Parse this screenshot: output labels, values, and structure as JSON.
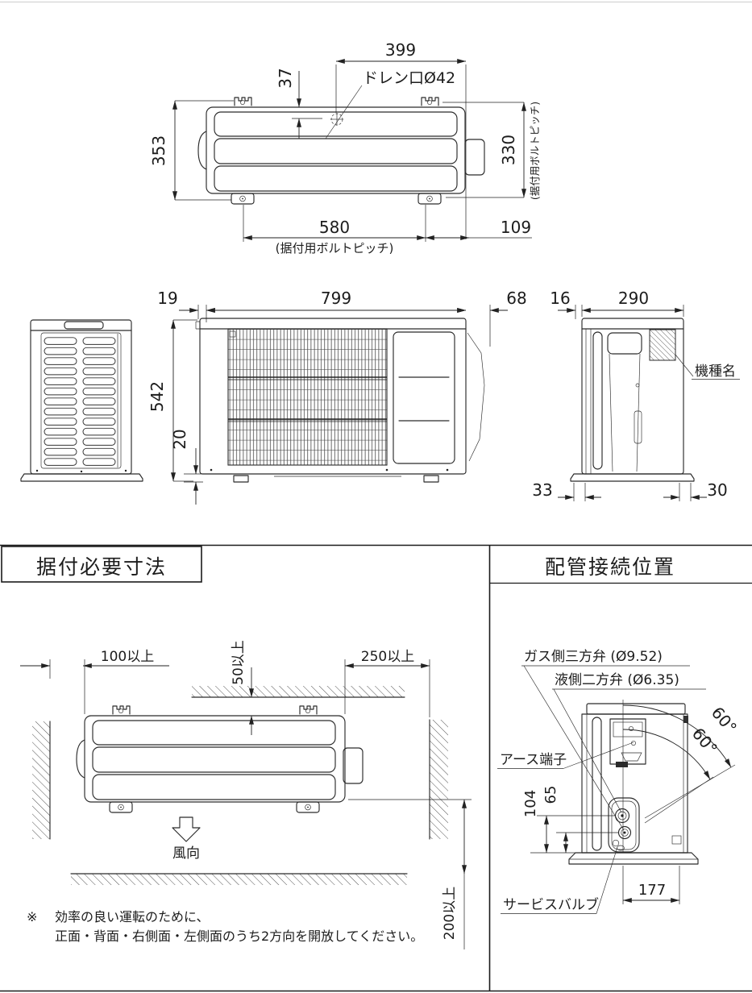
{
  "colors": {
    "ink": "#1c1c1c",
    "paper": "#ffffff"
  },
  "top_view": {
    "d399": "399",
    "d37": "37",
    "drain_label": "ドレン口Ø42",
    "d353": "353",
    "d330": "330",
    "bolt_pitch_vertical": "(据付用ボルトピッチ)",
    "d580": "580",
    "bolt_pitch_horizontal": "(据付用ボルトピッチ)",
    "d109": "109"
  },
  "front_view": {
    "d19": "19",
    "d799": "799",
    "d68": "68",
    "d542": "542",
    "d20": "20"
  },
  "side_view": {
    "d16": "16",
    "d290": "290",
    "d33": "33",
    "d30": "30",
    "model_name_label": "機種名"
  },
  "install": {
    "title": "据付必要寸法",
    "clearance_left": "100以上",
    "clearance_top": "50以上",
    "clearance_right": "250以上",
    "clearance_front": "200以上",
    "wind_label": "風向",
    "note_mark": "※",
    "note_line1": "効率の良い運転のために、",
    "note_line2": "正面・背面・右側面・左側面のうち2方向を開放してください。"
  },
  "piping": {
    "title": "配管接続位置",
    "gas_valve_label": "ガス側三方弁 (Ø9.52)",
    "liquid_valve_label": "液側二方弁 (Ø6.35)",
    "earth_terminal_label": "アース端子",
    "service_valve_label": "サービスバルブ",
    "angle_outer": "60°",
    "angle_inner": "60°",
    "d104": "104",
    "d65": "65",
    "d177": "177"
  }
}
